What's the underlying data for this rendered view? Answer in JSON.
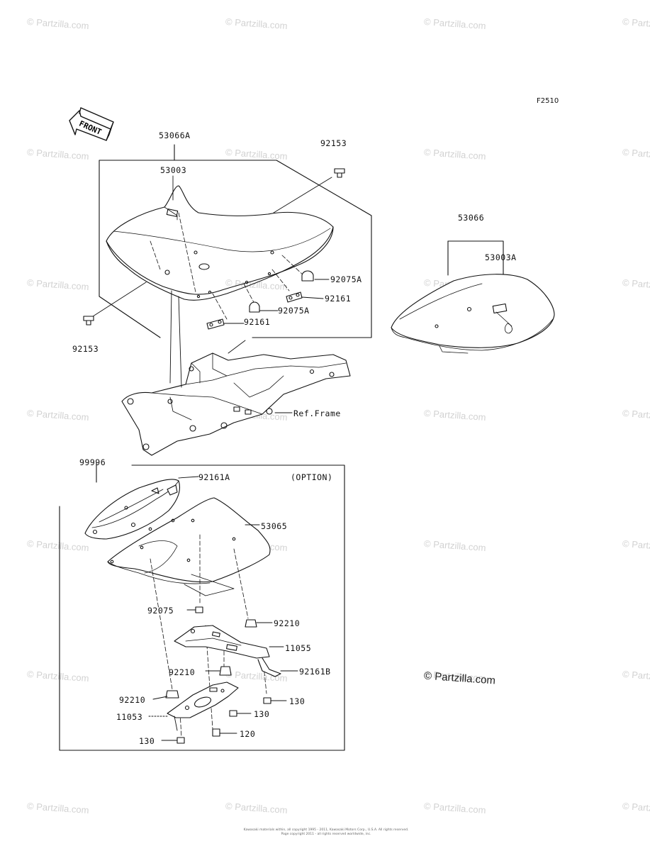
{
  "diagram_code": "F2510",
  "watermark": "© Partzilla.com",
  "copyright_mark": "© Partzilla.com",
  "footer": {
    "line1": "Kawasaki materials within, all copyright 1995 - 2011, Kawasaki Motors Corp., U.S.A. All rights reserved.",
    "line2": "Page copyright 2011 - all rights reserved worldwide, inc."
  },
  "front_arrow": "FRONT",
  "option_label": "(OPTION)",
  "ref_frame": "Ref.Frame",
  "parts": {
    "p53066A": "53066A",
    "p92153_top": "92153",
    "p53003": "53003",
    "p92075A_a": "92075A",
    "p92161_a": "92161",
    "p92075A_b": "92075A",
    "p92161_b": "92161",
    "p92153_bottom": "92153",
    "p53066": "53066",
    "p53003A": "53003A",
    "p99996": "99996",
    "p92161A": "92161A",
    "p53065": "53065",
    "p92075": "92075",
    "p92210_a": "92210",
    "p11055": "11055",
    "p92210_b": "92210",
    "p92161B": "92161B",
    "p92210_c": "92210",
    "p130_a": "130",
    "p130_b": "130",
    "p11053": "11053",
    "p120": "120",
    "p130_c": "130"
  }
}
